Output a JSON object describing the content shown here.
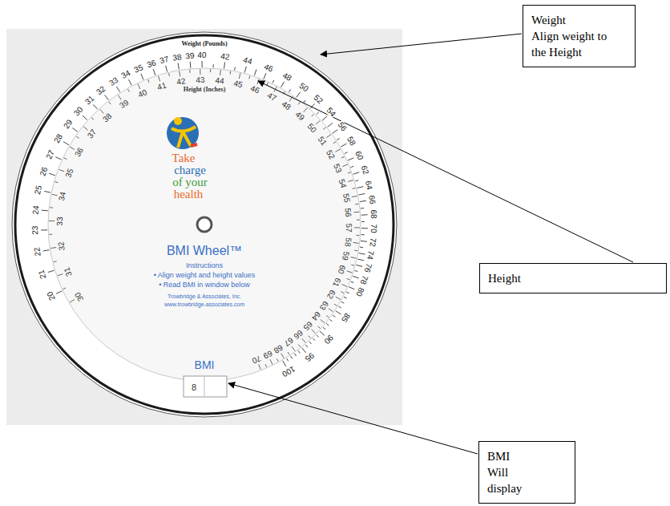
{
  "diagram": {
    "nodes": [
      {
        "text": [
          "Weight",
          "Align weight to the Height"
        ]
      },
      {
        "text": [
          "Height"
        ]
      },
      {
        "text": [
          "BMI Will display"
        ]
      }
    ],
    "labels": [
      "Weight (Pounds)",
      "Height (Inches)",
      "Take",
      "charge",
      "of your",
      "health",
      "BMI Wheel™",
      "Instructions",
      "• Align weight and height values",
      "• Read BMI in window below",
      "Trowbridge & Associates, Inc.",
      "www.trowbridge-associates.com",
      "BMI",
      "8",
      "20",
      "21",
      "22",
      "23",
      "24",
      "25",
      "26",
      "27",
      "28",
      "29",
      "30",
      "31",
      "32",
      "33",
      "34",
      "35",
      "36",
      "37",
      "38",
      "39",
      "40",
      "42",
      "44",
      "46",
      "48",
      "50",
      "52",
      "54",
      "56",
      "58",
      "60",
      "62",
      "64",
      "66",
      "68",
      "70",
      "72",
      "74",
      "76",
      "78",
      "80",
      "85",
      "90",
      "95",
      "100",
      "30",
      "31",
      "32",
      "33",
      "34",
      "35",
      "36",
      "37",
      "38",
      "39",
      "40",
      "41",
      "42",
      "43",
      "44",
      "45",
      "46",
      "47",
      "48",
      "49",
      "50",
      "51",
      "52",
      "53",
      "54",
      "55",
      "56",
      "57",
      "58",
      "59",
      "60",
      "61",
      "62",
      "63",
      "64",
      "65",
      "66",
      "67",
      "68",
      "69",
      "70"
    ]
  }
}
